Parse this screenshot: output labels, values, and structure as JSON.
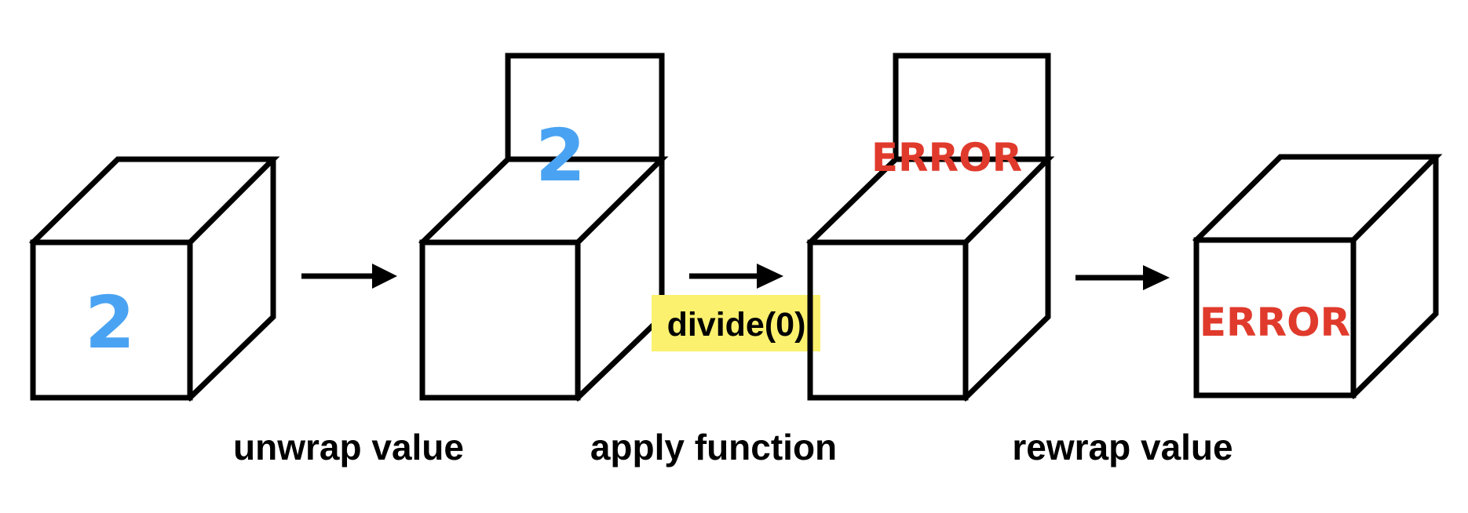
{
  "colors": {
    "value": "#4aa3f2",
    "error": "#e03a2c",
    "function_highlight": "#fbf16e",
    "stroke": "#000000"
  },
  "steps": {
    "box1_value": "2",
    "box2_value": "2",
    "box3_value": "ERROR",
    "box4_value": "ERROR"
  },
  "function_label": "divide(0)",
  "captions": {
    "unwrap": "unwrap value",
    "apply": "apply function",
    "rewrap": "rewrap value"
  }
}
